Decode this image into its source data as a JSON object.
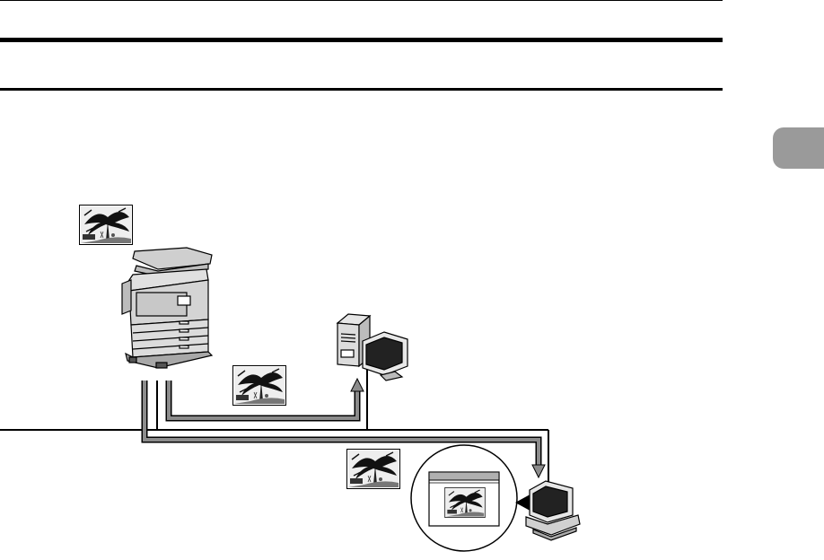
{
  "page": {
    "title": "",
    "chapter_tab_label": ""
  },
  "colors": {
    "rule": "#000000",
    "chapter_tab": "#9a9a9a",
    "flow_arrow": "#8c8c8c",
    "network_line": "#000000"
  },
  "diagram": {
    "nodes": [
      {
        "id": "copier",
        "kind": "multifunction-printer",
        "icon": "copier-icon"
      },
      {
        "id": "server",
        "kind": "server-computer",
        "icon": "server-icon"
      },
      {
        "id": "client",
        "kind": "client-computer",
        "icon": "desktop-computer-icon"
      }
    ],
    "documents": [
      {
        "id": "original",
        "icon": "photo-document-icon"
      },
      {
        "id": "to-server",
        "icon": "photo-document-icon"
      },
      {
        "id": "to-client",
        "icon": "photo-document-icon"
      },
      {
        "id": "on-screen",
        "icon": "photo-document-icon"
      }
    ],
    "flows": [
      {
        "from": "copier",
        "to": "server"
      },
      {
        "from": "copier",
        "to": "client"
      }
    ]
  }
}
